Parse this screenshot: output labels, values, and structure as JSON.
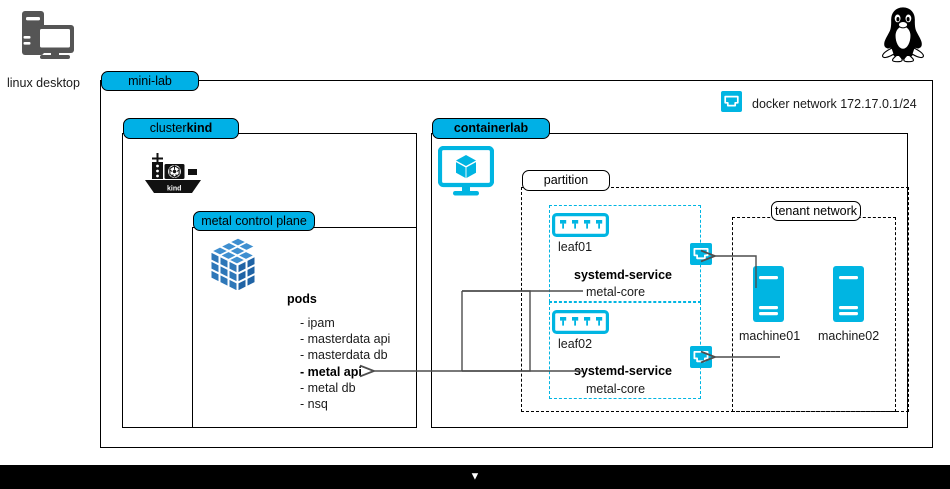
{
  "page": {
    "title": "mini-lab architecture diagram",
    "background": "#ffffff",
    "accent_cyan": "#00b0e6",
    "icon_gray": "#555555"
  },
  "desktop": {
    "icon": "linux-desktop-icon",
    "label": "linux desktop"
  },
  "penguin": {
    "icon": "linux-tux-penguin-icon"
  },
  "minilab": {
    "tab_label": "mini-lab"
  },
  "docker_network": {
    "icon": "network-port-icon",
    "label": "docker network 172.17.0.1/24"
  },
  "cluster": {
    "tab_prefix": "cluster ",
    "tab_bold": "kind",
    "ship_icon": "kind-ship-icon",
    "ship_icon_label": "kind"
  },
  "control_plane": {
    "tab_label": "metal control plane",
    "cube_icon": "kubernetes-cube-icon",
    "pods_heading": "pods",
    "pods": [
      {
        "label": "- ipam",
        "bold": false
      },
      {
        "label": "- masterdata api",
        "bold": false
      },
      {
        "label": "- masterdata db",
        "bold": false
      },
      {
        "label": "- metal api",
        "bold": true
      },
      {
        "label": "- metal db",
        "bold": false
      },
      {
        "label": "- nsq",
        "bold": false
      }
    ]
  },
  "containerlab": {
    "tab_label": "containerlab",
    "icon": "containerlab-monitor-cube-icon"
  },
  "partition": {
    "tab_label": "partition",
    "leaves": [
      {
        "icon": "network-switch-icon",
        "name": "leaf01",
        "service_heading": "systemd-service",
        "service_name": "metal-core",
        "port_icon": "network-port-icon"
      },
      {
        "icon": "network-switch-icon",
        "name": "leaf02",
        "service_heading": "systemd-service",
        "service_name": "metal-core",
        "port_icon": "network-port-icon"
      }
    ]
  },
  "tenant_network": {
    "tab_label": "tenant network",
    "machines": [
      {
        "icon": "server-machine-icon",
        "label": "machine01"
      },
      {
        "icon": "server-machine-icon",
        "label": "machine02"
      }
    ]
  },
  "footer": {
    "glyph": "▼"
  }
}
